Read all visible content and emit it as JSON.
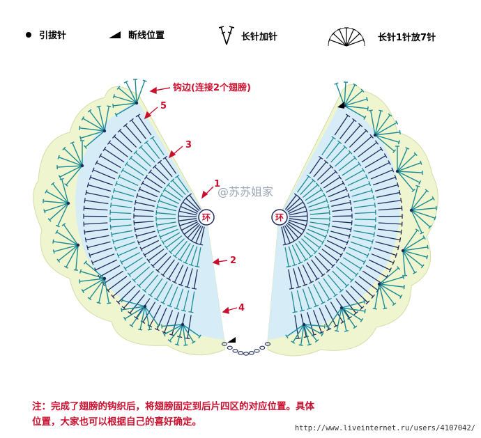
{
  "legend": {
    "slip_stitch": "引拔针",
    "fasten_off": "断线位置",
    "dc_increase": "长针加针",
    "dc_seven_in_one": "长针1针放7针"
  },
  "diagram": {
    "edging_label": "钩边(连接2个翅膀)",
    "round_labels": [
      "1",
      "2",
      "3",
      "4",
      "5"
    ],
    "ring_label": "环",
    "watermark": "@苏苏姐家",
    "colors": {
      "wing_fill": "#d6ecf7",
      "edge_fill": "#eef5cf",
      "navy": "#1f2a5a",
      "teal": "#1a8a94",
      "red": "#c8102e"
    }
  },
  "note": {
    "line1": "注：完成了翅膀的钩织后，将翅膀固定到后片四区的对应位置。具体",
    "line2": "位置，大家也可以根据自己的喜好确定。"
  },
  "source_url": "http://www.liveinternet.ru/users/4107042/"
}
